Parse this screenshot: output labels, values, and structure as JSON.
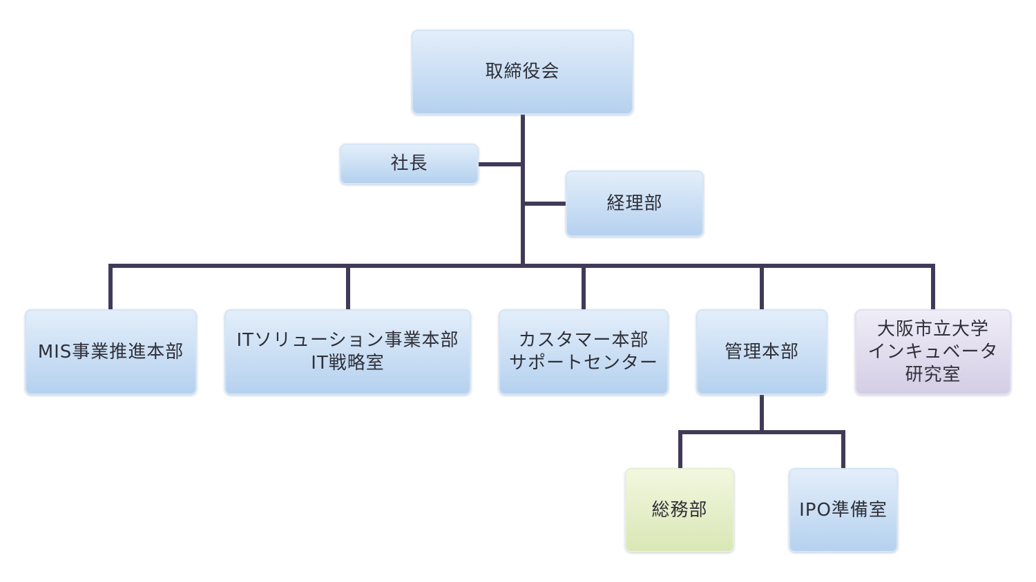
{
  "diagram": {
    "board": "取締役会",
    "president": "社長",
    "accounting": "経理部",
    "divisions": {
      "mis": "MIS事業推進本部",
      "it_solution": "ITソリューション事業本部\nIT戦略室",
      "customer": "カスタマー本部\nサポートセンター",
      "admin": "管理本部",
      "incubator": "大阪市立大学\nインキュベータ\n研究室"
    },
    "admin_children": {
      "general_affairs": "総務部",
      "ipo": "IPO準備室"
    }
  },
  "colors": {
    "line": "#413a57",
    "node_blue": "#c9def4",
    "node_purple": "#dedaed",
    "node_green": "#e5efc9",
    "text": "#2f2f38"
  }
}
